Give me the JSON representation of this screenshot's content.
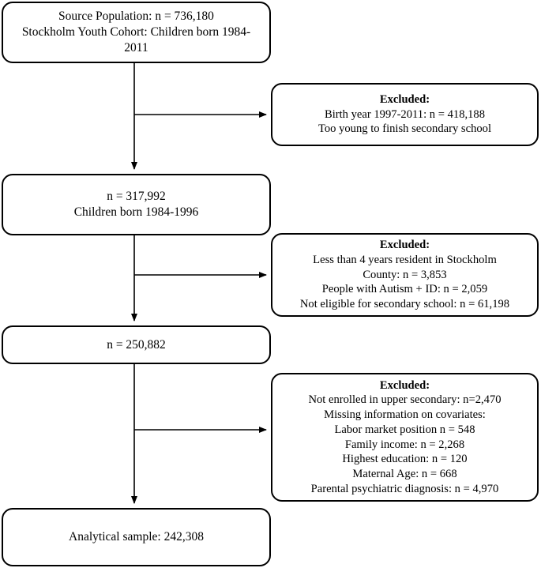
{
  "figure": {
    "type": "flowchart",
    "orientation": "vertical-with-right-branches",
    "stroke_color": "#000000",
    "background_color": "#ffffff"
  },
  "nodes": {
    "source_population": {
      "name": "source-population-box",
      "lines": [
        "Source Population: n = 736,180",
        "Stockholm Youth Cohort: Children born 1984-2011"
      ]
    },
    "excluded_1": {
      "name": "excluded-box-1",
      "heading": "Excluded:",
      "lines": [
        "Birth year 1997-2011: n = 418,188",
        "Too young to finish secondary school"
      ]
    },
    "cohort_1984_1996": {
      "name": "cohort-1984-1996-box",
      "lines": [
        "n = 317,992",
        "Children born 1984-1996"
      ]
    },
    "excluded_2": {
      "name": "excluded-box-2",
      "heading": "Excluded:",
      "lines": [
        "Less than 4 years resident in Stockholm",
        "County: n = 3,853",
        "People with Autism + ID: n = 2,059",
        "Not eligible for secondary school: n = 61,198"
      ]
    },
    "remaining_250882": {
      "name": "remaining-sample-box",
      "lines": [
        "n = 250,882"
      ]
    },
    "excluded_3": {
      "name": "excluded-box-3",
      "heading": "Excluded:",
      "lines": [
        "Not enrolled in upper secondary: n=2,470",
        "Missing information on covariates:",
        "Labor market position n = 548",
        "Family income: n = 2,268",
        "Highest education: n = 120",
        "Maternal Age: n = 668",
        "Parental psychiatric diagnosis: n = 4,970"
      ]
    },
    "analytical_sample": {
      "name": "analytical-sample-box",
      "lines": [
        "Analytical sample: 242,308"
      ]
    }
  }
}
